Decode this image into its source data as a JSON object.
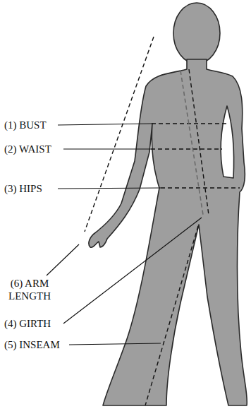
{
  "diagram": {
    "labels": [
      "(1) BUST",
      "(2) WAIST",
      "(3) HIPS",
      "(6) ARM LENGTH",
      "(4) GIRTH",
      "(5) INSEAM"
    ]
  }
}
